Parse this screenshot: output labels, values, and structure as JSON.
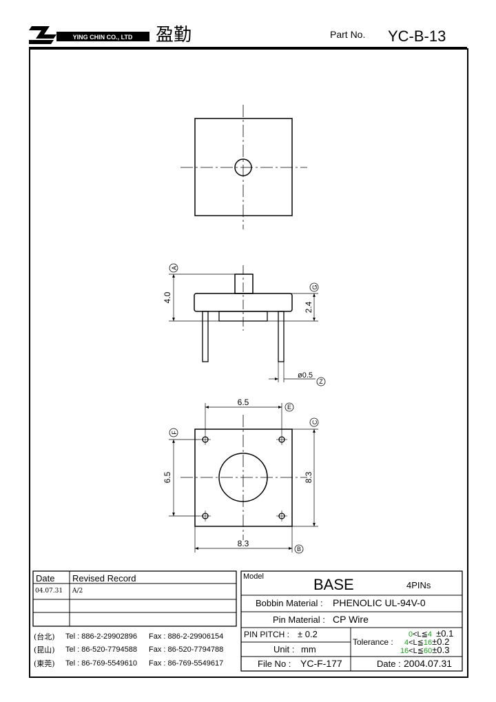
{
  "header": {
    "company": "YING CHIN CO., LTD",
    "company_cjk": "盈勤",
    "part_no_label": "Part No.",
    "part_no": "YC-B-13"
  },
  "views": {
    "side": {
      "dim_height": "4.0",
      "dim_body": "2.4",
      "dim_pin": "ø0.5",
      "datum_a": "A",
      "datum_g": "G",
      "datum_z": "Z"
    },
    "bottom": {
      "dim_pin_span_x": "6.5",
      "dim_pin_span_y": "6.5",
      "dim_body_w": "8.3",
      "dim_body_h": "8.3",
      "datum_e": "E",
      "datum_f": "F",
      "datum_c": "C",
      "datum_b": "B"
    }
  },
  "revision": {
    "date_label": "Date",
    "record_label": "Revised Record",
    "rows": [
      {
        "date": "04.07.31",
        "record": "A/2"
      },
      {
        "date": "",
        "record": ""
      },
      {
        "date": "",
        "record": ""
      }
    ]
  },
  "contacts": [
    {
      "city": "(台北)",
      "tel": "Tel : 886-2-29902896",
      "fax": "Fax : 886-2-29906154"
    },
    {
      "city": "(昆山)",
      "tel": "Tel : 86-520-7794588",
      "fax": "Fax : 86-520-7794788"
    },
    {
      "city": "(東莞)",
      "tel": "Tel : 86-769-5549610",
      "fax": "Fax : 86-769-5549617"
    }
  ],
  "spec": {
    "model_label": "Model",
    "model": "BASE",
    "pins": "4PINs",
    "bobbin_label": "Bobbin  Material :",
    "bobbin": "PHENOLIC UL-94V-0",
    "pin_label": "Pin  Material :",
    "pin": "CP Wire",
    "pitch_label": "PIN  PITCH :",
    "pitch": "± 0.2",
    "unit_label": "Unit :",
    "unit": "mm",
    "file_label": "File  No :",
    "file": "YC-F-177",
    "date_label": "Date :",
    "date": "2004.07.31",
    "tolerance_label": "Tolerance :",
    "tolerance_rows": [
      {
        "range_lo": "0",
        "range_hi": "4",
        "tol": "±0.1"
      },
      {
        "range_lo": "4",
        "range_hi": "16",
        "tol": "±0.2"
      },
      {
        "range_lo": "16",
        "range_hi": "60",
        "tol": "±0.3"
      }
    ],
    "tol_lo_color": "#1aa01a",
    "tol_hi_color": "#1aa01a"
  }
}
